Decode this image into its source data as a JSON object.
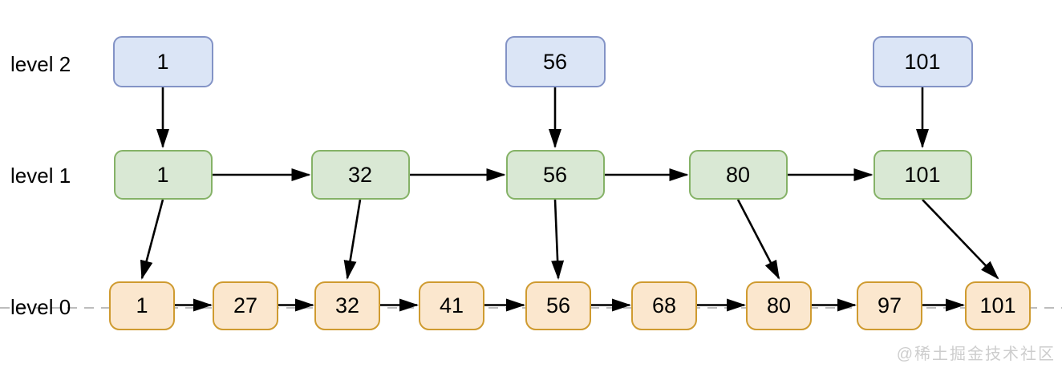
{
  "diagram": {
    "type": "skip-list",
    "levels": [
      {
        "label": "level 2",
        "values": [
          "1",
          "56",
          "101"
        ]
      },
      {
        "label": "level 1",
        "values": [
          "1",
          "32",
          "56",
          "80",
          "101"
        ]
      },
      {
        "label": "level 0",
        "values": [
          "1",
          "27",
          "32",
          "41",
          "56",
          "68",
          "80",
          "97",
          "101"
        ]
      }
    ],
    "colors": {
      "level2_fill": "#dbe5f6",
      "level2_border": "#8393c6",
      "level1_fill": "#d9e8d4",
      "level1_border": "#85b267",
      "level0_fill": "#fbe7ce",
      "level0_border": "#cf9b30",
      "arrow": "#000000",
      "baseline_dash": "#bdbdbd",
      "label_text": "#000000",
      "watermark_text": "#cdcdcd"
    },
    "watermark": "@稀土掘金技术社区"
  }
}
